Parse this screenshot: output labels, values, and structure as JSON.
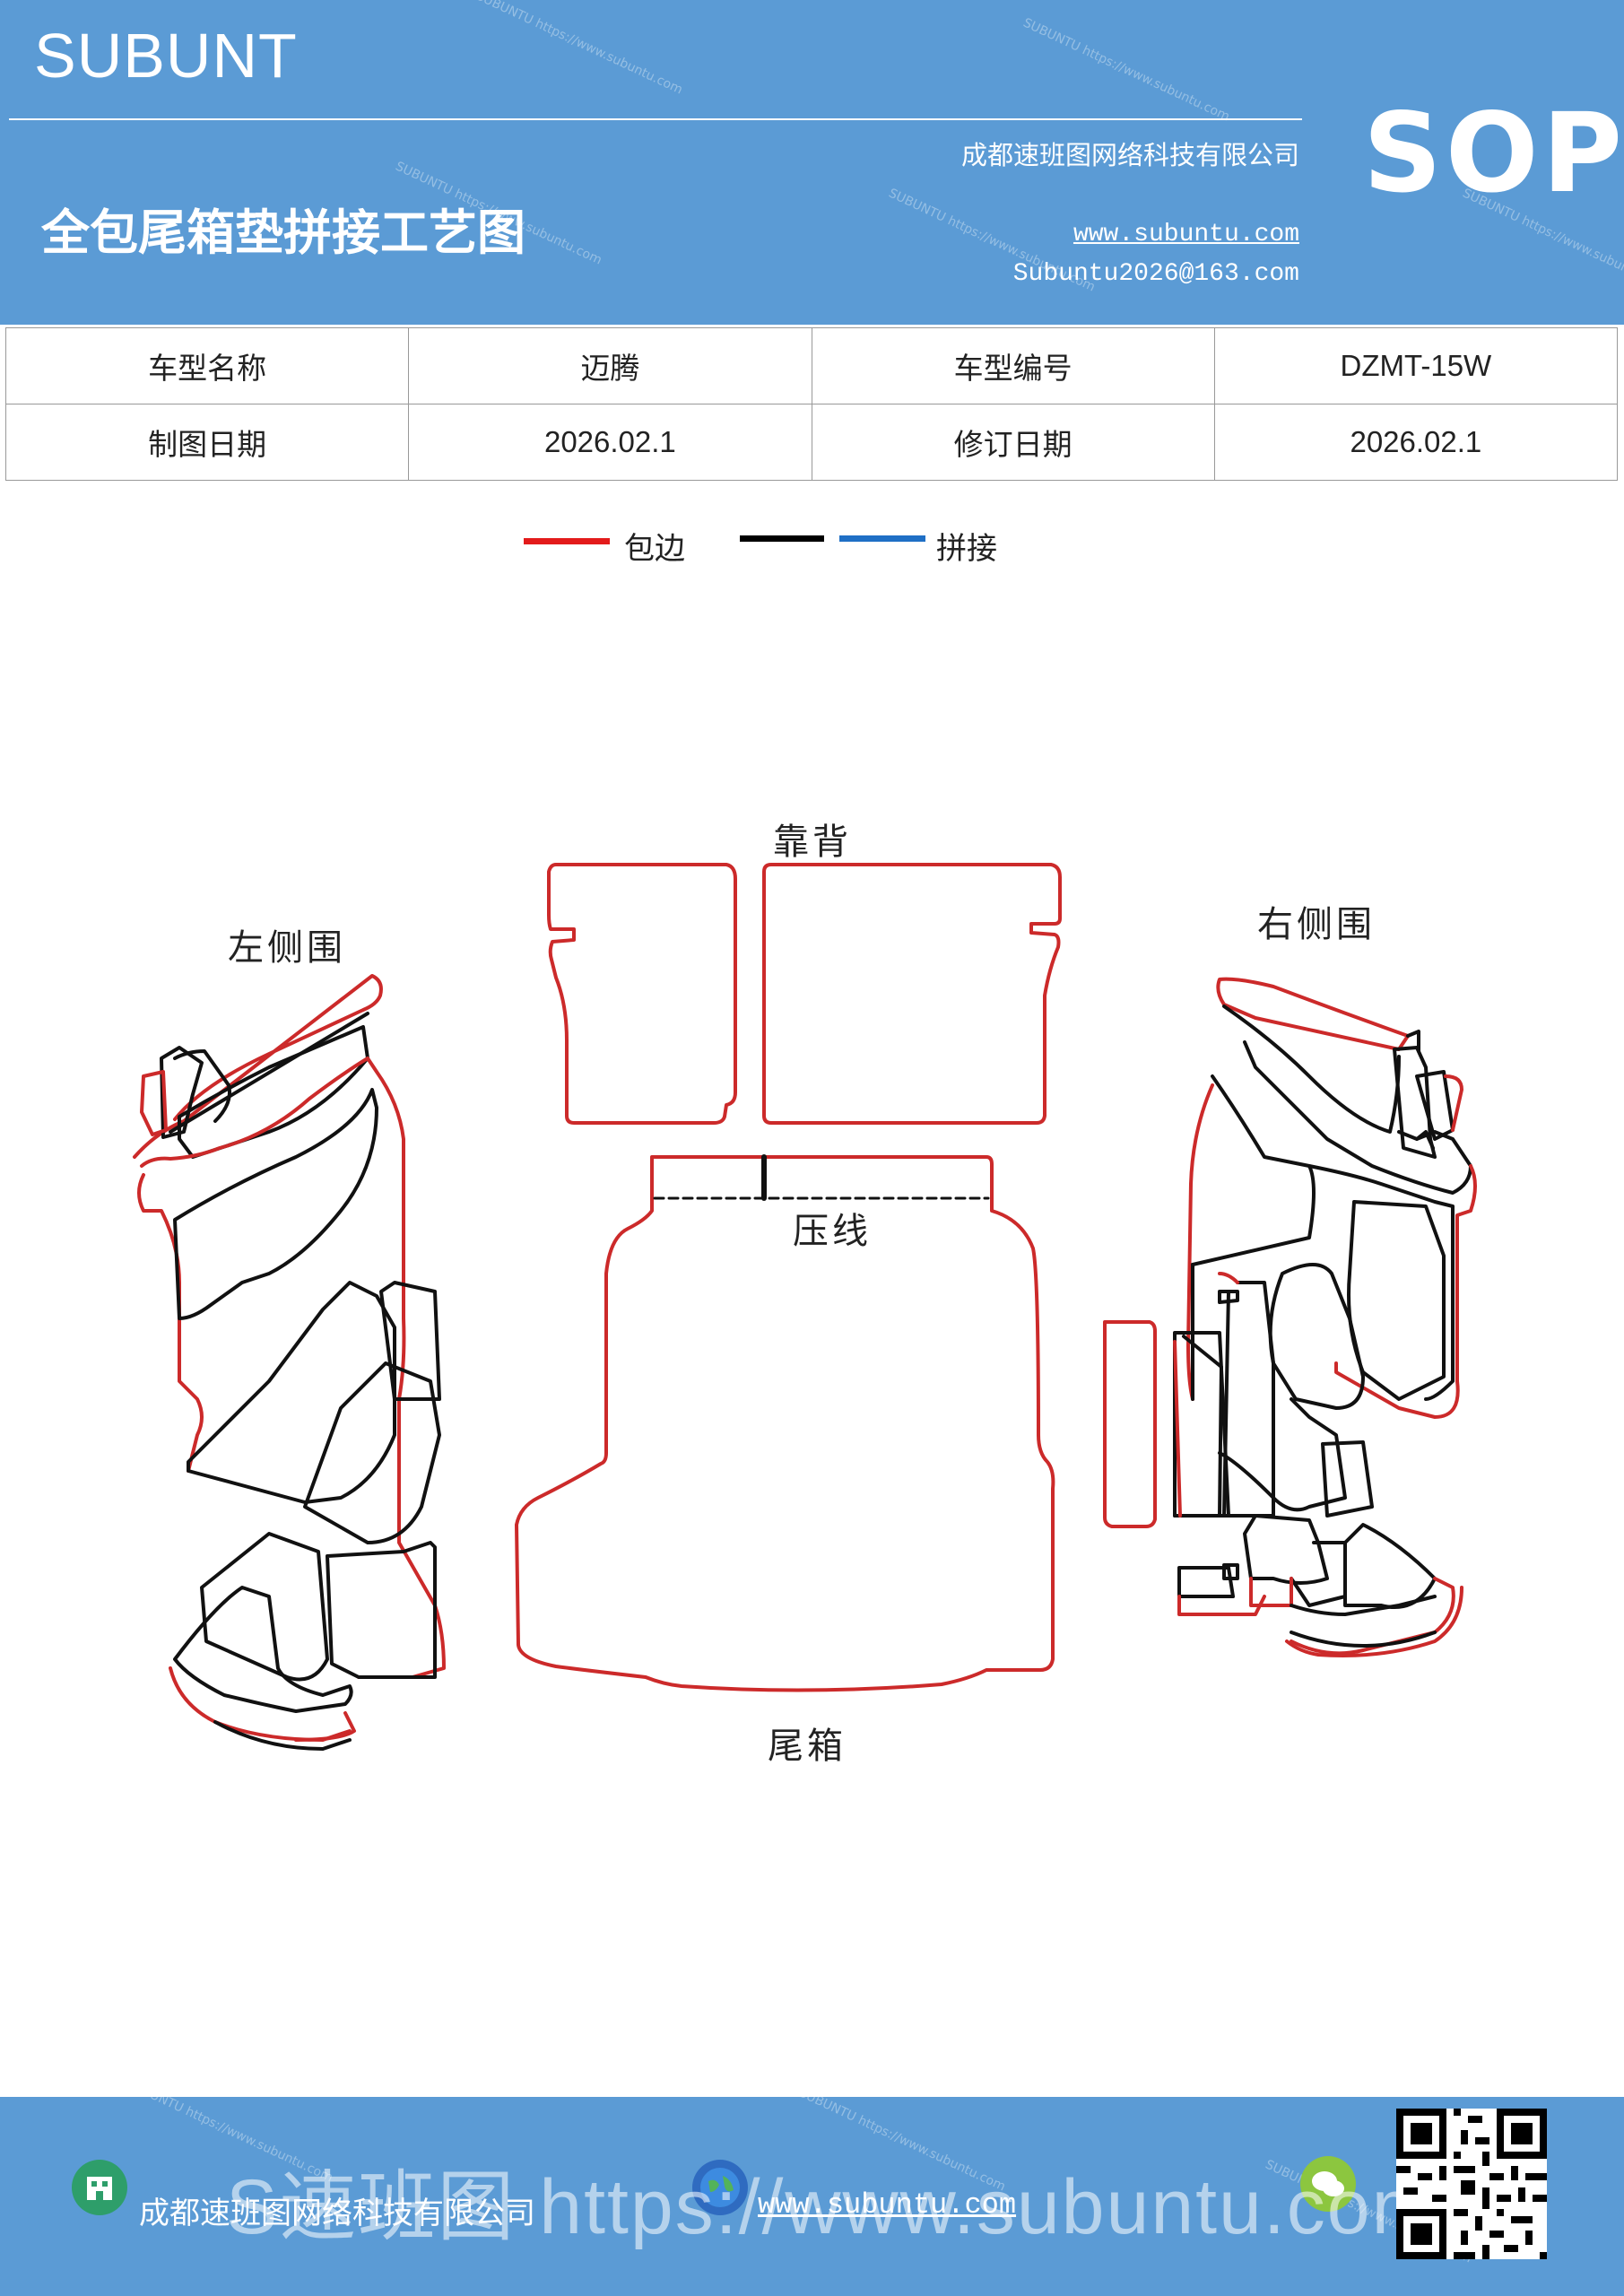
{
  "header": {
    "brand": "SUBUNT",
    "company": "成都速班图网络科技有限公司",
    "title": "全包尾箱垫拼接工艺图",
    "website": "www.subuntu.com",
    "email": "Subuntu2026@163.com",
    "badge": "SOP"
  },
  "info_table": {
    "rows": [
      {
        "label1": "车型名称",
        "value1": "迈腾",
        "label2": "车型编号",
        "value2": "DZMT-15W"
      },
      {
        "label1": "制图日期",
        "value1": "2026.02.1",
        "label2": "修订日期",
        "value2": "2026.02.1"
      }
    ]
  },
  "legend": {
    "items": [
      {
        "label": "包边",
        "color": "#e31b1b"
      },
      {
        "label": "",
        "color": "#000000"
      },
      {
        "label": "拼接",
        "color": "#1f6fc5"
      }
    ]
  },
  "diagram": {
    "labels": {
      "backrest": "靠背",
      "left_side": "左侧围",
      "right_side": "右侧围",
      "press_line": "压线",
      "trunk": "尾箱"
    },
    "colors": {
      "edge": "#cc2a2a",
      "seam": "#111111"
    }
  },
  "footer": {
    "company": "成都速班图网络科技有限公司",
    "website": "www.subuntu.com",
    "overlay": "S速班图 https://www.subuntu.com",
    "icons": [
      "building-icon",
      "globe-icon",
      "wechat-icon"
    ]
  }
}
